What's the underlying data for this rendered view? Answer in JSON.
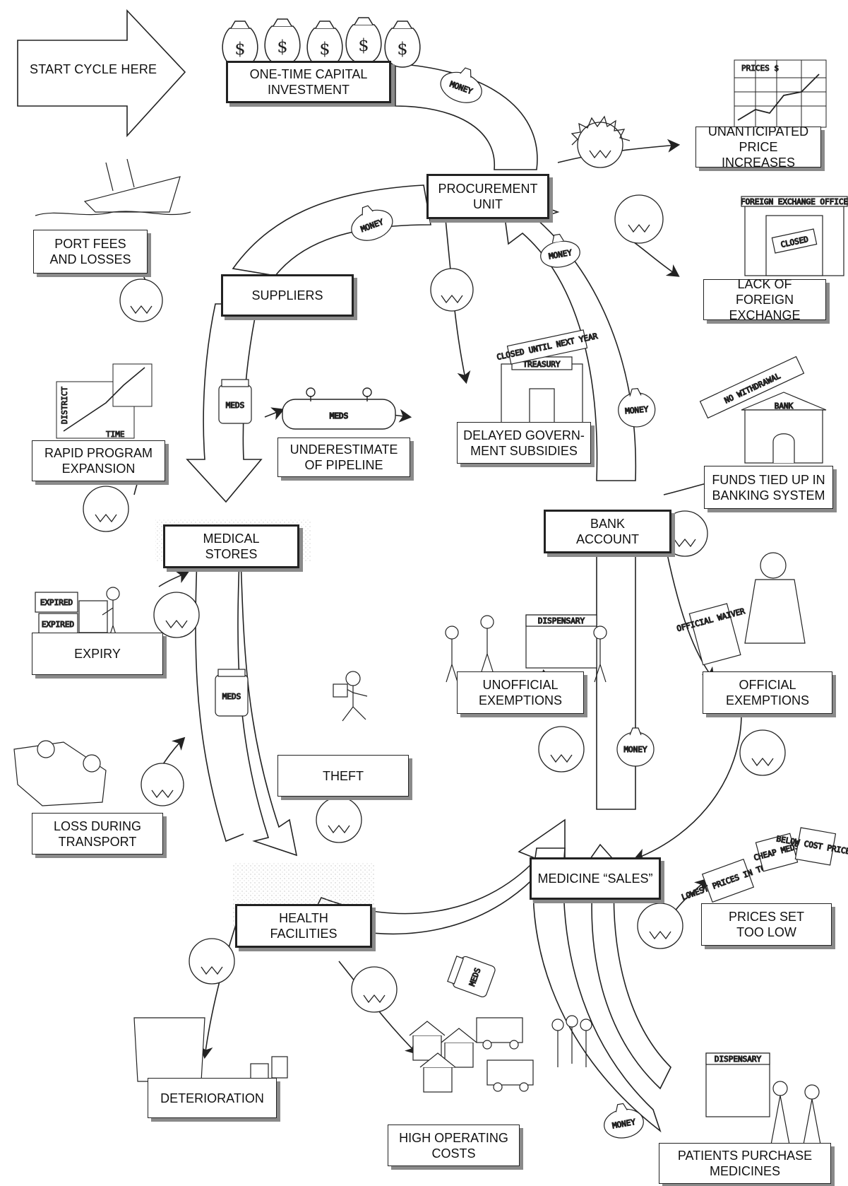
{
  "start": "START CYCLE HERE",
  "nodes": {
    "capital": "ONE-TIME CAPITAL\nINVESTMENT",
    "procurement": "PROCUREMENT\nUNIT",
    "suppliers": "SUPPLIERS",
    "medical_stores": "MEDICAL\nSTORES",
    "health_facilities": "HEALTH\nFACILITIES",
    "sales": "MEDICINE “SALES”",
    "patients": "PATIENTS PURCHASE\nMEDICINES",
    "bank": "BANK\nACCOUNT"
  },
  "losses": {
    "price_increases": "UNANTICIPATED\nPRICE INCREASES",
    "foreign_exchange": "LACK OF FOREIGN\nEXCHANGE",
    "port_fees": "PORT FEES\nAND LOSSES",
    "subsidies": "DELAYED GOVERN-\nMENT SUBSIDIES",
    "banking": "FUNDS TIED UP IN\nBANKING SYSTEM",
    "rapid_expansion": "RAPID PROGRAM\nEXPANSION",
    "pipeline": "UNDERESTIMATE\nOF PIPELINE",
    "expiry": "EXPIRY",
    "unofficial": "UNOFFICIAL\nEXEMPTIONS",
    "official": "OFFICIAL\nEXEMPTIONS",
    "transport": "LOSS DURING\nTRANSPORT",
    "theft": "THEFT",
    "prices_low": "PRICES SET\nTOO LOW",
    "deterioration": "DETERIORATION",
    "operating_costs": "HIGH OPERATING\nCOSTS"
  },
  "illustration_text": {
    "money": "MONEY",
    "meds": "MEDS",
    "prices_chart": "PRICES  $",
    "fx_office": "FOREIGN EXCHANGE OFFICE",
    "closed": "CLOSED",
    "treasury": "TREASURY",
    "treasury_sign": "CLOSED UNTIL NEXT YEAR",
    "bank_sign": "BANK",
    "no_withdrawal": "NO WITHDRAWAL",
    "district": "DISTRICT",
    "time": "TIME",
    "expired": "EXPIRED",
    "dispensary": "DISPENSARY",
    "waiver": "OFFICIAL WAIVER",
    "lowest": "LOWEST PRICES IN TOWN",
    "cheap": "CHEAP MEDS",
    "below": "BELOW COST PRICES"
  }
}
